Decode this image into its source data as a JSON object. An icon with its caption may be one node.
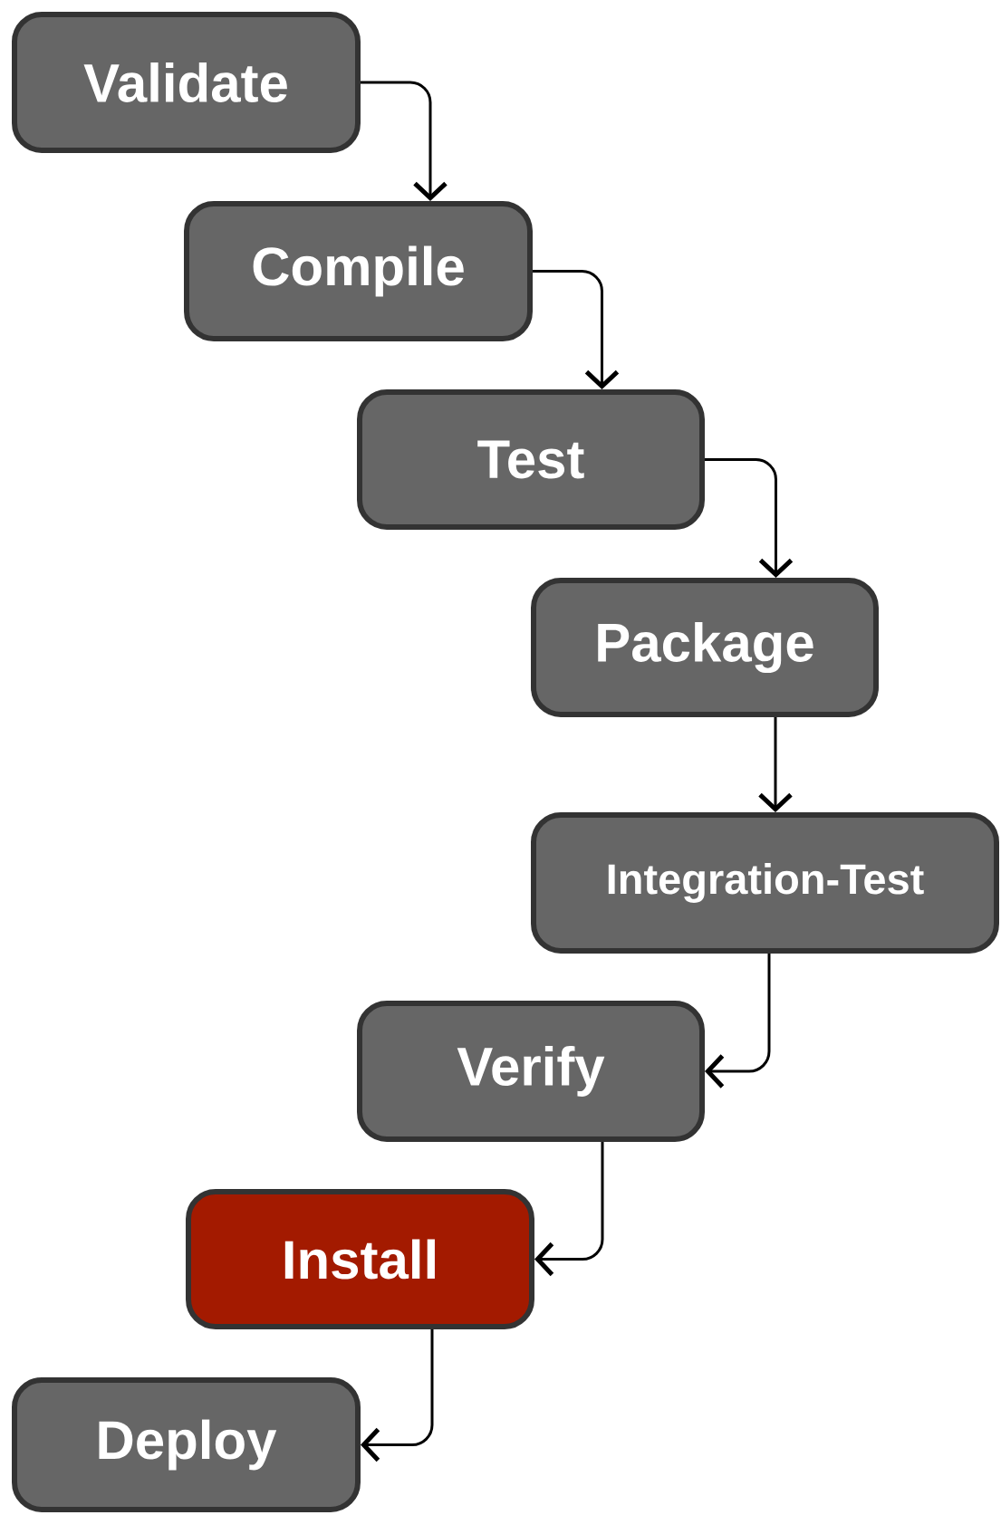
{
  "diagram": {
    "nodes": [
      {
        "text": [
          "Validate"
        ]
      },
      {
        "text": [
          "Compile"
        ]
      },
      {
        "text": [
          "Test"
        ]
      },
      {
        "text": [
          "Package"
        ]
      },
      {
        "text": [
          "Integration-Test"
        ]
      },
      {
        "text": [
          "Verify"
        ]
      },
      {
        "text": [
          "Install"
        ]
      },
      {
        "text": [
          "Deploy"
        ]
      }
    ],
    "edges": [
      {
        "from": 0,
        "to": 1,
        "arrow": "to"
      },
      {
        "from": 1,
        "to": 2,
        "arrow": "to"
      },
      {
        "from": 2,
        "to": 3,
        "arrow": "to"
      },
      {
        "from": 3,
        "to": 4,
        "arrow": "to"
      },
      {
        "from": 4,
        "to": 5,
        "arrow": "to"
      },
      {
        "from": 5,
        "to": 6,
        "arrow": "to"
      },
      {
        "from": 6,
        "to": 7,
        "arrow": "to"
      }
    ]
  }
}
